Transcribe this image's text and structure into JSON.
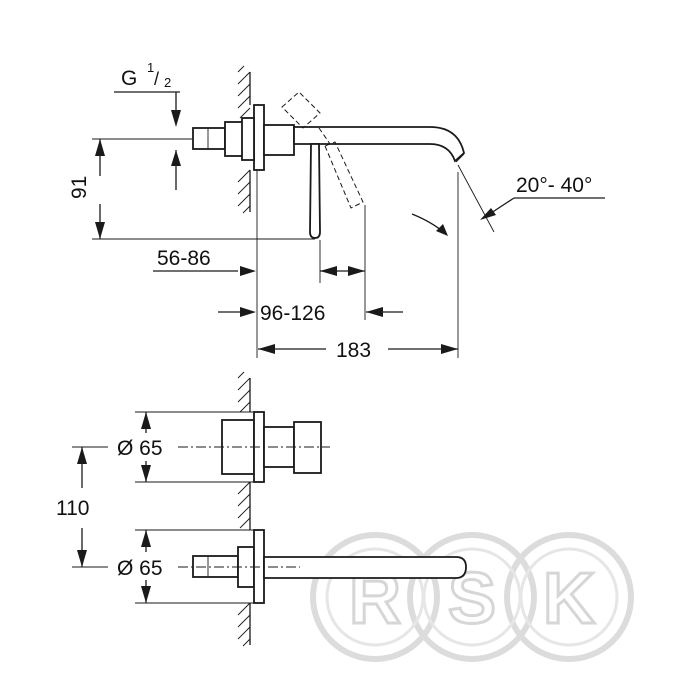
{
  "top_view": {
    "thread_label": "G",
    "thread_sup": "1",
    "thread_sub": "2",
    "dim_height": "91",
    "dim_inlet": "56-86",
    "dim_lever": "96-126",
    "dim_reach": "183",
    "dim_angle": "20°- 40°"
  },
  "bottom_view": {
    "dia_upper": "Ø 65",
    "dia_lower": "Ø 65",
    "dim_spacing": "110"
  },
  "watermark": {
    "letters": [
      "R",
      "S",
      "K"
    ],
    "color": "#dcdcdc"
  }
}
